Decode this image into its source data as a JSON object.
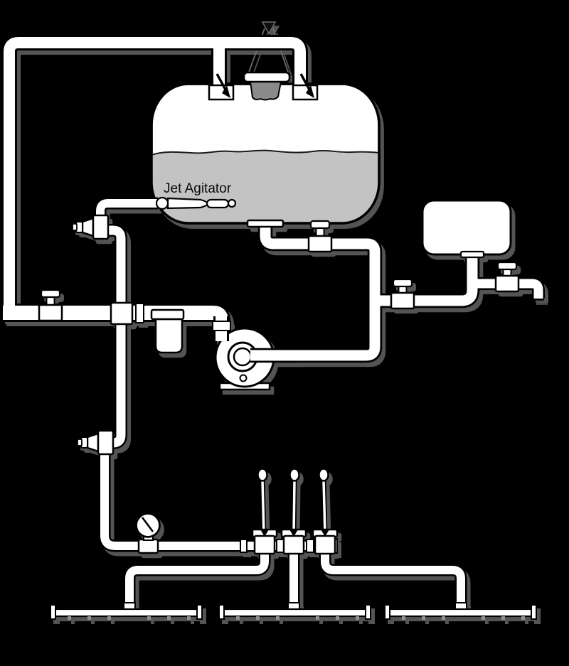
{
  "title": "Sprayer plumbing schematic",
  "background": "#000000",
  "colors": {
    "line": "#000000",
    "pipe_fill": "#ffffff",
    "liquid": "#c3c3c3",
    "lid": "#8a8a8a",
    "shadow": "#545454",
    "label": "#0a0a0a",
    "nozzle": "#909090"
  },
  "labels": {
    "jet_agitator": "Jet Agitator"
  },
  "components": [
    "main supply tank",
    "tank liquid",
    "filler lid with strainer hanger",
    "jet agitator",
    "tank top return fittings with flow arrows",
    "return / bypass loop line",
    "bypass control valve",
    "line strainer",
    "centrifugal pump",
    "tank outlet valve",
    "auxiliary tank",
    "auxiliary tank valves",
    "check valve (agitation line)",
    "check valve (boom feed line)",
    "pressure gauge",
    "three boom section control valves",
    "left boom section",
    "center boom section",
    "right boom section",
    "spray nozzles"
  ]
}
